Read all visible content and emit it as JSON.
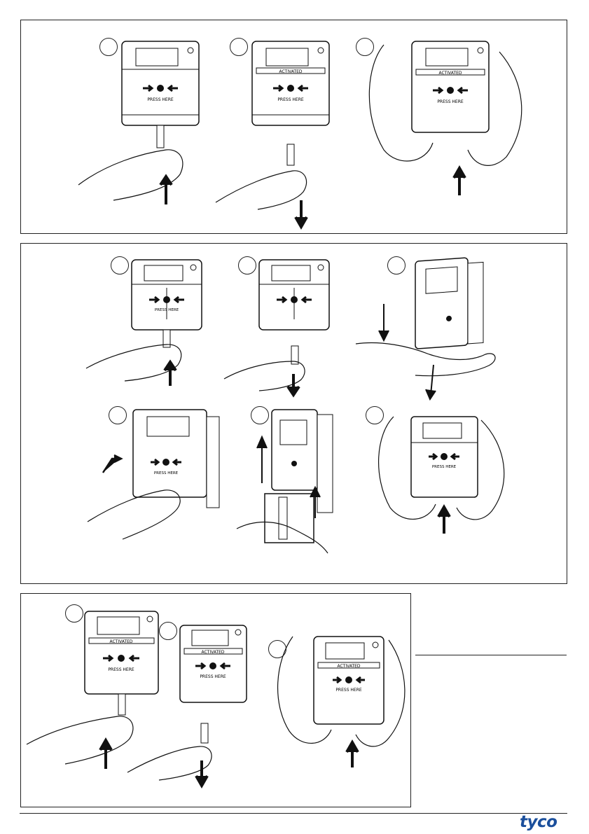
{
  "device": {
    "press_label": "PRESS HERE",
    "activated_label": "ACTIVATED"
  },
  "brand": {
    "logo_text": "tyco",
    "logo_color": "#1b4f9c"
  },
  "icons": {
    "step_marker": "step-number-circle",
    "arrow": "direction-arrow",
    "hand": "hand-illustration",
    "key": "test-key-icon"
  },
  "panels": [
    {
      "steps": [
        {
          "shows_label": false,
          "action": "insert key"
        },
        {
          "shows_label": true,
          "action": "remove key"
        },
        {
          "shows_label": true,
          "action": "push cover up"
        }
      ]
    },
    {
      "steps": [
        {
          "shows_label": false,
          "action": "insert key"
        },
        {
          "shows_label": false,
          "action": "remove key"
        },
        {
          "shows_label": false,
          "action": "slide front down"
        },
        {
          "shows_label": false,
          "action": "tilt front"
        },
        {
          "shows_label": false,
          "action": "lift off front"
        },
        {
          "shows_label": false,
          "action": "push cover up"
        }
      ]
    },
    {
      "steps": [
        {
          "shows_label": true,
          "action": "insert key"
        },
        {
          "shows_label": true,
          "action": "remove key"
        },
        {
          "shows_label": true,
          "action": "push cover up"
        }
      ]
    }
  ]
}
